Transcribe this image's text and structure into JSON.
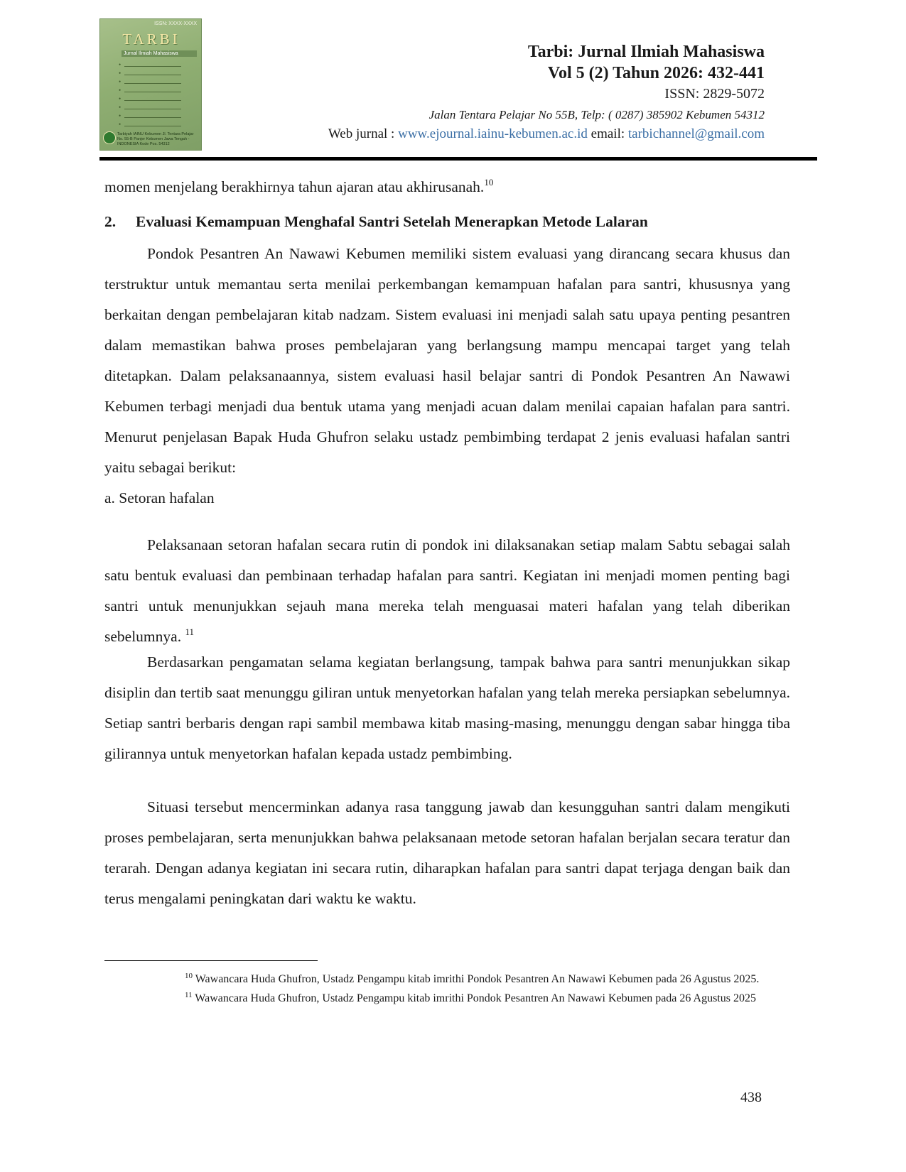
{
  "header": {
    "cover": {
      "issn_text": "ISSN: XXXX-XXXX",
      "logo_word": "TARBI",
      "logo_subtitle": "Jurnal Ilmiah Mahasiswa",
      "footer_text": "Tarbiyah IAINU Kebumen Jl. Tentara Pelajar No. 55-B Panjer Kebumen Jawa Tengah - INDONESIA Kode Pos. 54312"
    },
    "journal_title": "Tarbi: Jurnal Ilmiah Mahasiswa",
    "volume": "Vol 5 (2) Tahun 2026: 432-441",
    "issn": "ISSN:  2829-5072",
    "address": "Jalan Tentara Pelajar No 55B, Telp: ( 0287) 385902 Kebumen 54312",
    "web_label": "Web jurnal : ",
    "web_url": "www.ejournal.iainu-kebumen.ac.id",
    "email_label": " email: ",
    "email": "tarbichannel@gmail.com"
  },
  "content": {
    "intro_line": "momen menjelang berakhirnya tahun ajaran atau akhirusanah.",
    "intro_ref": "10",
    "section_number": "2.",
    "section_title": "Evaluasi  Kemampuan Menghafal Santri Setelah Menerapkan Metode Lalaran",
    "paragraph_1": "Pondok Pesantren An Nawawi Kebumen memiliki sistem evaluasi yang dirancang secara khusus dan terstruktur untuk memantau serta menilai perkembangan kemampuan hafalan para santri, khususnya yang berkaitan dengan pembelajaran kitab nadzam. Sistem evaluasi ini menjadi salah satu upaya penting pesantren dalam memastikan bahwa proses pembelajaran yang berlangsung mampu mencapai target yang telah ditetapkan. Dalam pelaksanaannya, sistem evaluasi hasil belajar santri di Pondok Pesantren An Nawawi Kebumen terbagi menjadi dua bentuk utama yang menjadi acuan dalam menilai capaian hafalan para santri. Menurut penjelasan Bapak Huda Ghufron selaku ustadz pembimbing terdapat 2 jenis evaluasi hafalan santri  yaitu sebagai berikut:",
    "subheading": "a.  Setoran hafalan",
    "paragraph_2": "Pelaksanaan setoran hafalan secara rutin di pondok ini dilaksanakan setiap malam Sabtu sebagai salah satu bentuk evaluasi dan pembinaan terhadap hafalan para santri. Kegiatan ini menjadi momen penting bagi santri untuk menunjukkan sejauh mana mereka telah menguasai materi hafalan yang telah diberikan sebelumnya. ",
    "paragraph_2_ref": "11",
    "paragraph_3": "Berdasarkan pengamatan selama kegiatan berlangsung, tampak bahwa para santri menunjukkan sikap disiplin dan tertib saat menunggu giliran untuk menyetorkan hafalan yang telah mereka persiapkan sebelumnya. Setiap santri berbaris dengan rapi sambil membawa kitab masing-masing, menunggu dengan sabar hingga tiba gilirannya untuk menyetorkan hafalan kepada ustadz pembimbing.",
    "paragraph_4": "Situasi tersebut mencerminkan adanya rasa tanggung jawab dan kesungguhan santri dalam mengikuti proses pembelajaran, serta menunjukkan bahwa pelaksanaan metode setoran hafalan berjalan  secara teratur dan terarah. Dengan adanya kegiatan ini secara rutin, diharapkan hafalan para santri dapat terjaga dengan baik dan terus mengalami peningkatan dari waktu ke waktu."
  },
  "footnotes": [
    {
      "number": "10",
      "text": " Wawancara Huda Ghufron,  Ustadz Pengampu kitab imrithi Pondok Pesantren An Nawawi Kebumen pada 26 Agustus 2025."
    },
    {
      "number": "11",
      "text": " Wawancara Huda Ghufron,  Ustadz Pengampu kitab imrithi Pondok Pesantren An Nawawi Kebumen pada 26 Agustus 2025"
    }
  ],
  "page_number": "438"
}
